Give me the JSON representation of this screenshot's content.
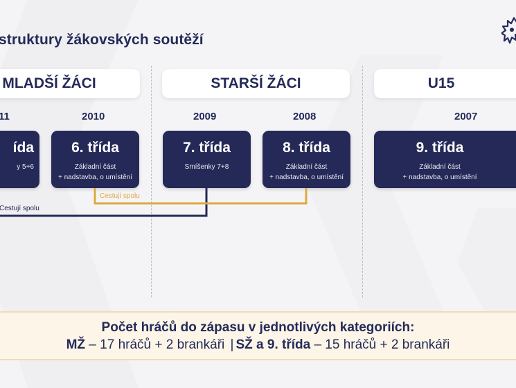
{
  "title": "struktury žákovských soutěží",
  "colors": {
    "navy": "#252957",
    "gold": "#dea93f",
    "background": "#f4f4f6",
    "footer_bg": "#fcf5e8"
  },
  "categories": [
    {
      "label": "MLADŠÍ ŽÁCI"
    },
    {
      "label": "STARŠÍ ŽÁCI"
    },
    {
      "label": "U15"
    }
  ],
  "years": [
    "11",
    "2010",
    "2009",
    "2008",
    "2007"
  ],
  "cards": [
    {
      "title": "ída",
      "desc": "y 5+6"
    },
    {
      "title": "6. třída",
      "desc": "Základní část\n+ nadstavba, o umístění"
    },
    {
      "title": "7. třída",
      "desc": "Smíšenky 7+8"
    },
    {
      "title": "8. třída",
      "desc": "Základní část\n+ nadstavba, o umístění"
    },
    {
      "title": "9. třída",
      "desc": "Základní část\n+ nadstavba, o umístění"
    }
  ],
  "connectors": [
    {
      "label": "Cestují spolu",
      "color": "#252957"
    },
    {
      "label": "Cestují spolu",
      "color": "#dea93f"
    }
  ],
  "footer": {
    "heading": "Počet hráčů do zápasu v jednotlivých kategoriích:",
    "mz_label": "MŽ",
    "mz_text": " – 17 hráčů + 2 brankáři ",
    "separator": "|",
    "sz_label": "SŽ a 9. třída",
    "sz_text": " – 15 hráčů + 2 brankáři"
  },
  "icons": {
    "logo": "lion-logo-icon"
  }
}
